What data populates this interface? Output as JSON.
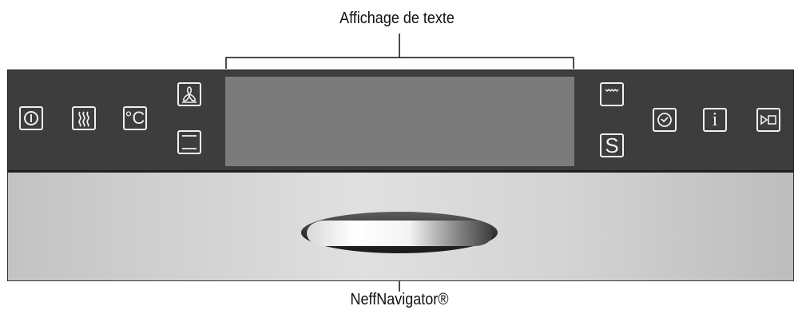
{
  "labels": {
    "display_caption": "Affichage de texte",
    "knob_caption": "NeffNavigator®"
  },
  "buttons": {
    "celsius_glyph": "°C",
    "info_glyph": "i",
    "s_glyph": "S"
  },
  "icons": [
    "power-icon",
    "heating-icon",
    "temperature-icon",
    "fan-icon",
    "top-bottom-heat-icon",
    "grill-icon",
    "s-icon",
    "clock-icon",
    "info-icon",
    "play-stop-icon"
  ],
  "colors": {
    "panel": "#3d3d3d",
    "display": "#7b7b7b",
    "drawer": "#d6d6d6",
    "icon": "#f0f0f0"
  }
}
